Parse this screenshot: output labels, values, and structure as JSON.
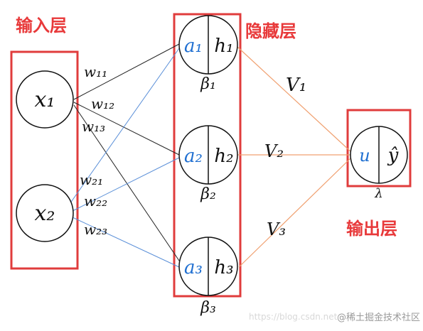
{
  "layers": {
    "input": "输入层",
    "hidden": "隐藏层",
    "output": "输出层"
  },
  "input_nodes": [
    "x₁",
    "x₂"
  ],
  "hidden_nodes": [
    {
      "a": "a₁",
      "h": "h₁",
      "beta": "β₁"
    },
    {
      "a": "a₂",
      "h": "h₂",
      "beta": "β₂"
    },
    {
      "a": "a₃",
      "h": "h₃",
      "beta": "β₃"
    }
  ],
  "output_node": {
    "u": "u",
    "y": "ŷ",
    "lambda": "λ"
  },
  "input_weights": [
    "w₁₁",
    "w₁₂",
    "w₁₃",
    "w₂₁",
    "w₂₂",
    "w₂₃"
  ],
  "hidden_weights": [
    "V₁",
    "V₂",
    "V₃"
  ],
  "watermark": "@稀土掘金技术社区",
  "watermark_faint": "https://blog.csdn.net",
  "colors": {
    "box": "#e03c3c",
    "label": "#e8393a",
    "blue": "#1f6fd1",
    "blue_line": "#5a8fd8",
    "orange_line": "#f0a070",
    "ink": "#111111"
  }
}
